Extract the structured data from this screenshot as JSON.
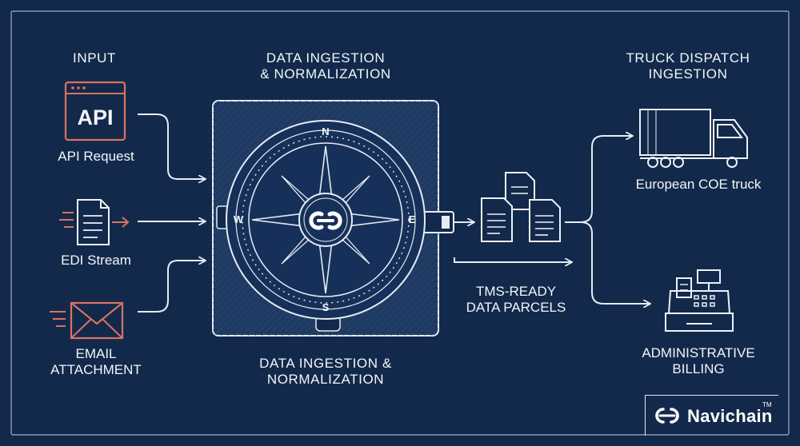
{
  "header": {
    "input": "INPUT",
    "ingestion_top": "DATA INGESTION\n& NORMALIZATION",
    "dispatch": "TRUCK DISPATCH\nINGESTION"
  },
  "inputs": {
    "api_badge": "API",
    "api": "API Request",
    "edi": "EDI Stream",
    "email": "EMAIL\nATTACHMENT"
  },
  "compass": {
    "north": "N",
    "south": "S",
    "east": "E",
    "west": "W"
  },
  "ingestion_bottom": "DATA INGESTION &\nNORMALIZATION",
  "parcels": "TMS-READY\nDATA PARCELS",
  "outputs": {
    "truck": "European COE truck",
    "billing": "ADMINISTRATIVE\nBILLING"
  },
  "brand": {
    "name": "Navichain",
    "tm": "TM"
  },
  "colors": {
    "background": "#13294b",
    "line": "#e6ecf4",
    "accent": "#d9735f"
  }
}
